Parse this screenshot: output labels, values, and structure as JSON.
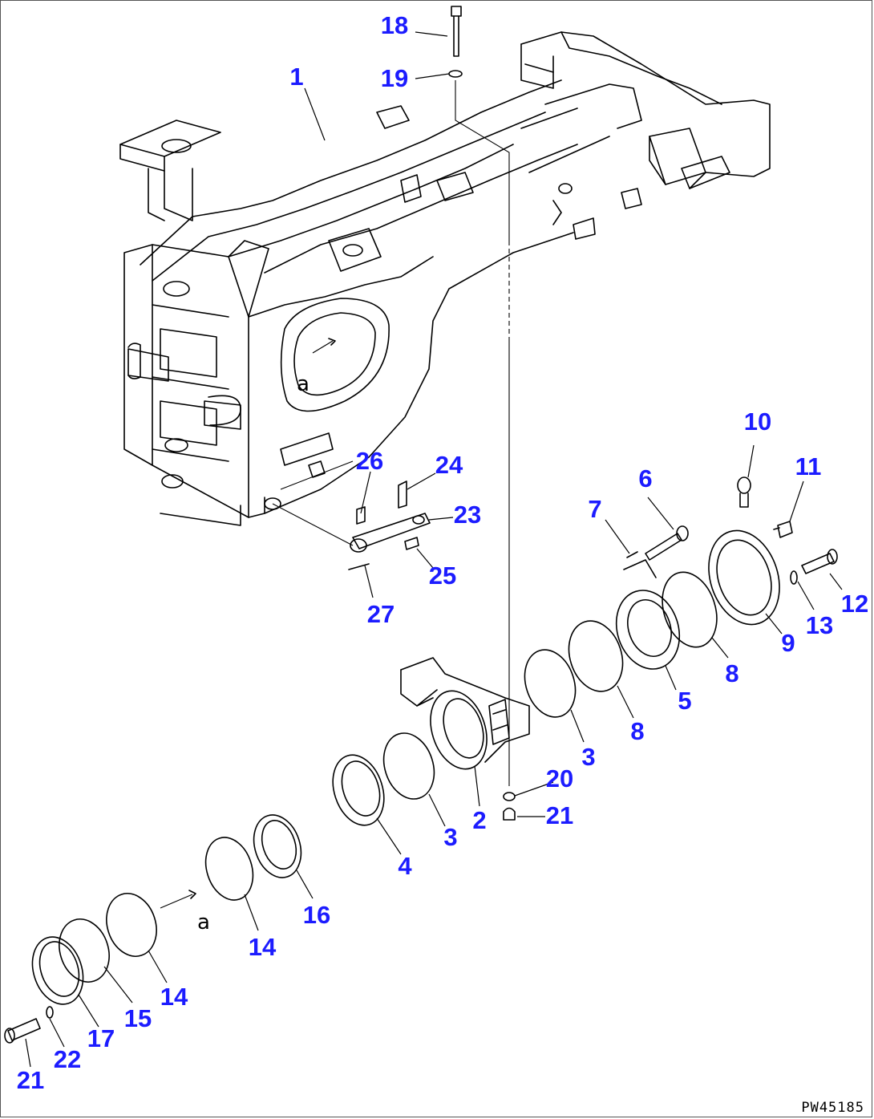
{
  "diagram": {
    "drawing_code": "PW45185",
    "detail_mark": "a",
    "callouts": [
      {
        "id": "c1",
        "label": "1"
      },
      {
        "id": "c2",
        "label": "2"
      },
      {
        "id": "c3a",
        "label": "3"
      },
      {
        "id": "c3b",
        "label": "3"
      },
      {
        "id": "c4",
        "label": "4"
      },
      {
        "id": "c5",
        "label": "5"
      },
      {
        "id": "c6",
        "label": "6"
      },
      {
        "id": "c7",
        "label": "7"
      },
      {
        "id": "c8a",
        "label": "8"
      },
      {
        "id": "c8b",
        "label": "8"
      },
      {
        "id": "c9",
        "label": "9"
      },
      {
        "id": "c10",
        "label": "10"
      },
      {
        "id": "c11",
        "label": "11"
      },
      {
        "id": "c12",
        "label": "12"
      },
      {
        "id": "c13",
        "label": "13"
      },
      {
        "id": "c14a",
        "label": "14"
      },
      {
        "id": "c14b",
        "label": "14"
      },
      {
        "id": "c15",
        "label": "15"
      },
      {
        "id": "c16",
        "label": "16"
      },
      {
        "id": "c17",
        "label": "17"
      },
      {
        "id": "c18",
        "label": "18"
      },
      {
        "id": "c19",
        "label": "19"
      },
      {
        "id": "c20",
        "label": "20"
      },
      {
        "id": "c21a",
        "label": "21"
      },
      {
        "id": "c21b",
        "label": "21"
      },
      {
        "id": "c22",
        "label": "22"
      },
      {
        "id": "c23",
        "label": "23"
      },
      {
        "id": "c24",
        "label": "24"
      },
      {
        "id": "c25",
        "label": "25"
      },
      {
        "id": "c26",
        "label": "26"
      },
      {
        "id": "c27",
        "label": "27"
      }
    ],
    "colors": {
      "callout": "#1c1cff",
      "line": "#000000",
      "background": "#ffffff"
    }
  }
}
